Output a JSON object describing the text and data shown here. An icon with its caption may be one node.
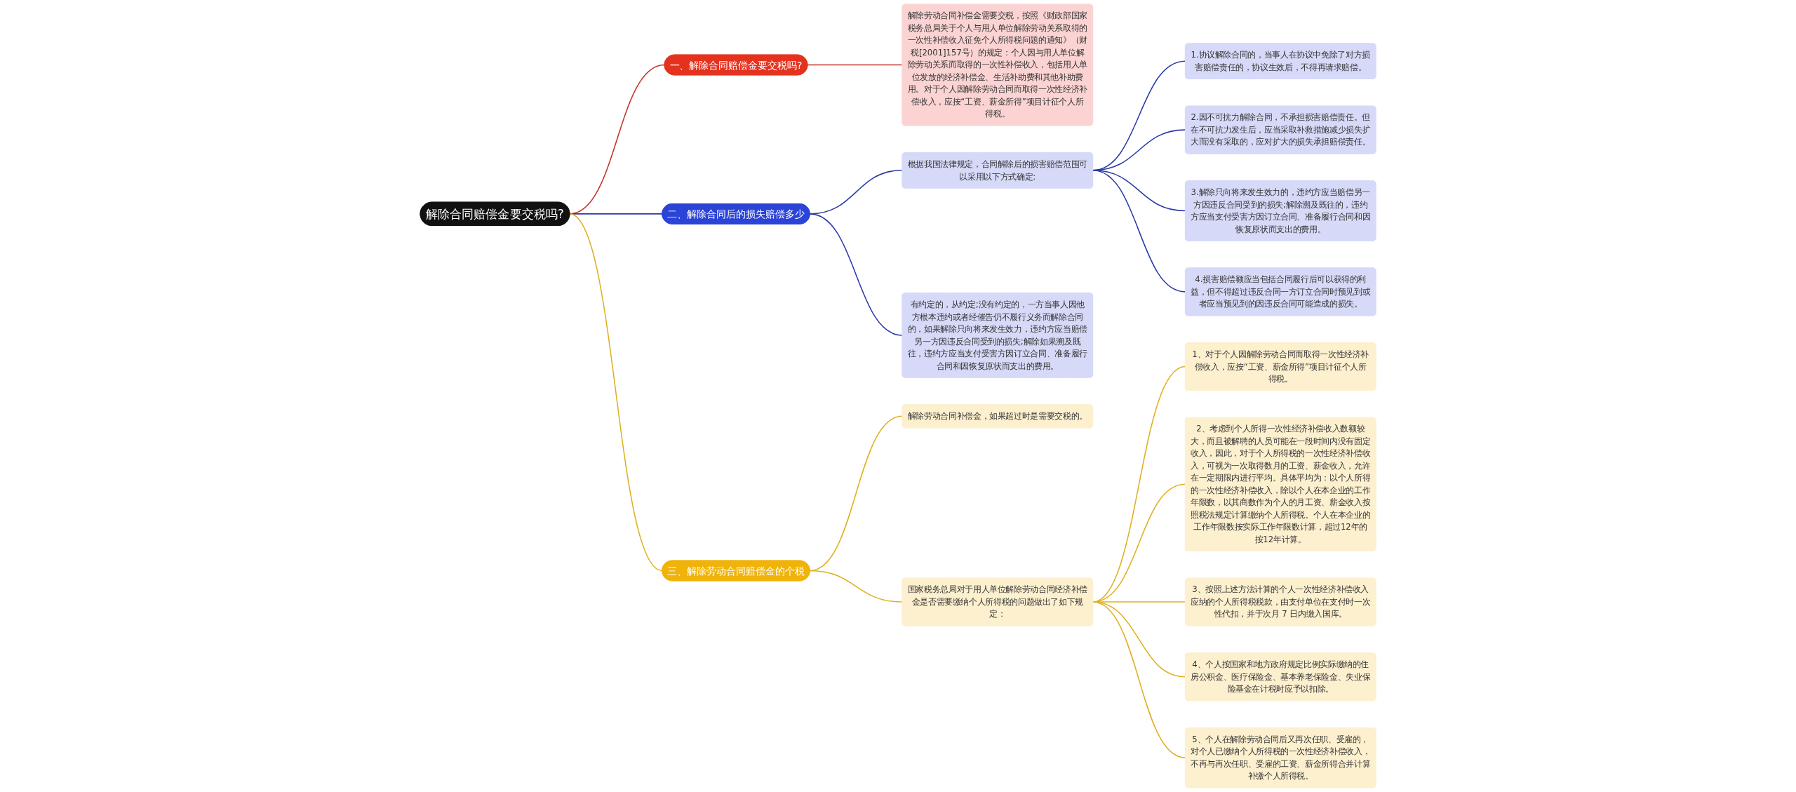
{
  "diagram": {
    "nodes": [
      {
        "text": [
          "解除合同赔偿金要交税吗?"
        ]
      },
      {
        "text": [
          "一、解除合同赔偿金要交税吗?"
        ]
      },
      {
        "text": [
          "解除劳动合同补偿金需要交税，按照《财政部国家税务总局关于个人与用人单位解除劳动关系取得的一次性补偿收入征免个人所得税问题的通知》（财税[2001]157号）的规定：个人因与用人单位解除劳动关系而取得的一次性补偿收入，包括用人单位发放的经济补偿金、生活补助费和其他补助费用。对于个人因解除劳动合同而取得一次性经济补偿收入，应按“工资、薪金所得”项目计征个人所得税。"
        ]
      },
      {
        "text": [
          "二、解除合同后的损失赔偿多少"
        ]
      },
      {
        "text": [
          "有约定的，从约定;没有约定的，一方当事人因他方根本违约或者经催告仍不履行义务而解除合同的，如果解除只向将来发生效力，违约方应当赔偿另一方因违反合同受到的损失;解除如果溯及既往，违约方应当支付受害方因订立合同、准备履行合同和因恢复原状而支出的费用。"
        ]
      },
      {
        "text": [
          "根据我国法律规定，合同解除后的损害赔偿范围可以采用以下方式确定:"
        ]
      },
      {
        "text": [
          "1.协议解除合同的，当事人在协议中免除了对方损害赔偿责任的，协议生效后，不得再请求赔偿。"
        ]
      },
      {
        "text": [
          "2.因不可抗力解除合同，不承担损害赔偿责任。但在不可抗力发生后，应当采取补救措施减少损失扩大而没有采取的，应对扩大的损失承担赔偿责任。"
        ]
      },
      {
        "text": [
          "3.解除只向将来发生效力的，违约方应当赔偿另一方因违反合同受到的损失;解除溯及既往的，违约方应当支付受害方因订立合同、准备履行合同和因恢复原状而支出的费用。"
        ]
      },
      {
        "text": [
          "4.损害赔偿额应当包括合同履行后可以获得的利益，但不得超过违反合同一方订立合同时预见到或者应当预见到的因违反合同可能造成的损失。"
        ]
      },
      {
        "text": [
          "三、解除劳动合同赔偿金的个税"
        ]
      },
      {
        "text": [
          "解除劳动合同补偿金，如果超过时是需要交税的。"
        ]
      },
      {
        "text": [
          "国家税务总局对于用人单位解除劳动合同经济补偿金是否需要缴纳个人所得税的问题做出了如下规定："
        ]
      },
      {
        "text": [
          "1、对于个人因解除劳动合同而取得一次性经济补偿收入，应按“工资、薪金所得”项目计征个人所得税。"
        ]
      },
      {
        "text": [
          "2、考虑到个人所得一次性经济补偿收入数额较大，而且被解聘的人员可能在一段时间内没有固定收入，因此，对于个人所得税的一次性经济补偿收入，可视为一次取得数月的工资、薪金收入，允许在一定期限内进行平均。具体平均为：以个人所得的一次性经济补偿收入，除以个人在本企业的工作年限数，以其商数作为个人的月工资、薪金收入按照税法规定计算缴纳个人所得税。个人在本企业的工作年限数按实际工作年限数计算，超过12年的按12年计算。"
        ]
      },
      {
        "text": [
          "3、按照上述方法计算的个人一次性经济补偿收入应纳的个人所得税税款，由支付单位在支付时一次性代扣，并于次月 7 日内缴入国库。"
        ]
      },
      {
        "text": [
          "4、个人按国家和地方政府规定比例实际缴纳的住房公积金、医疗保险金、基本养老保险金、失业保险基金在计税时应予以扣除。"
        ]
      },
      {
        "text": [
          "5、个人在解除劳动合同后又再次任职、受雇的，对个人已缴纳个人所得税的一次性经济补偿收入，不再与再次任职、受雇的工资、薪金所得合并计算补缴个人所得税。"
        ]
      }
    ],
    "edges": [
      {
        "from": 0,
        "to": 1,
        "arrow": "none",
        "color": "#c8302a"
      },
      {
        "from": 1,
        "to": 2,
        "arrow": "none",
        "color": "#c8302a"
      },
      {
        "from": 0,
        "to": 3,
        "arrow": "none",
        "color": "#2a3aa8"
      },
      {
        "from": 3,
        "to": 4,
        "arrow": "none",
        "color": "#2a3aa8"
      },
      {
        "from": 3,
        "to": 5,
        "arrow": "none",
        "color": "#2a3aa8"
      },
      {
        "from": 5,
        "to": 6,
        "arrow": "none",
        "color": "#2a3aa8"
      },
      {
        "from": 5,
        "to": 7,
        "arrow": "none",
        "color": "#2a3aa8"
      },
      {
        "from": 5,
        "to": 8,
        "arrow": "none",
        "color": "#2a3aa8"
      },
      {
        "from": 5,
        "to": 9,
        "arrow": "none",
        "color": "#2a3aa8"
      },
      {
        "from": 0,
        "to": 10,
        "arrow": "none",
        "color": "#e0b020"
      },
      {
        "from": 10,
        "to": 11,
        "arrow": "none",
        "color": "#e0b020"
      },
      {
        "from": 10,
        "to": 12,
        "arrow": "none",
        "color": "#e0b020"
      },
      {
        "from": 12,
        "to": 13,
        "arrow": "none",
        "color": "#e0b020"
      },
      {
        "from": 12,
        "to": 14,
        "arrow": "none",
        "color": "#e0b020"
      },
      {
        "from": 12,
        "to": 15,
        "arrow": "none",
        "color": "#e0b020"
      },
      {
        "from": 12,
        "to": 16,
        "arrow": "none",
        "color": "#e0b020"
      },
      {
        "from": 12,
        "to": 17,
        "arrow": "none",
        "color": "#e0b020"
      }
    ]
  }
}
